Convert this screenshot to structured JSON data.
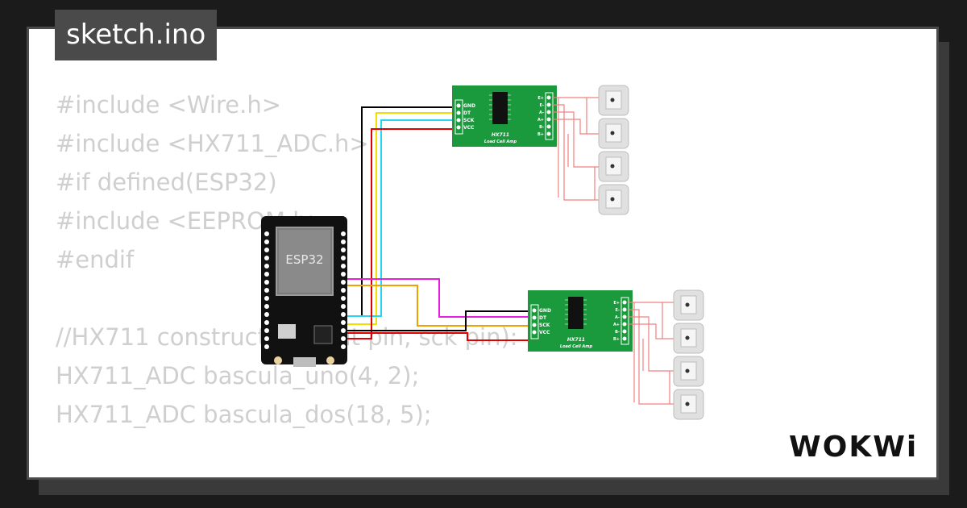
{
  "file_tab": {
    "label": "sketch.ino"
  },
  "code_lines": [
    "#include <Wire.h>",
    "#include <HX711_ADC.h>",
    "#if defined(ESP32)",
    "#include <EEPROM.h>",
    "#endif",
    "",
    "//HX711 constructor (dout pin, sck pin):",
    "HX711_ADC bascula_uno(4, 2);",
    "HX711_ADC bascula_dos(18, 5);"
  ],
  "esp32": {
    "label": "ESP32"
  },
  "hx711": {
    "title": "HX711",
    "subtitle": "Load Cell Amp",
    "left_pins": [
      "GND",
      "DT",
      "SCK",
      "VCC"
    ],
    "right_pins": [
      "E+",
      "E-",
      "A-",
      "A+",
      "B-",
      "B+"
    ]
  },
  "brand": {
    "name": "WOKWi"
  },
  "colors": {
    "board_green": "#1a9a3c",
    "wire_black": "#000000",
    "wire_yellow": "#f2e000",
    "wire_cyan": "#27d6f2",
    "wire_red": "#e00000",
    "wire_magenta": "#e91ee0",
    "wire_orange": "#f0a000",
    "load_wire": "#f08080"
  }
}
